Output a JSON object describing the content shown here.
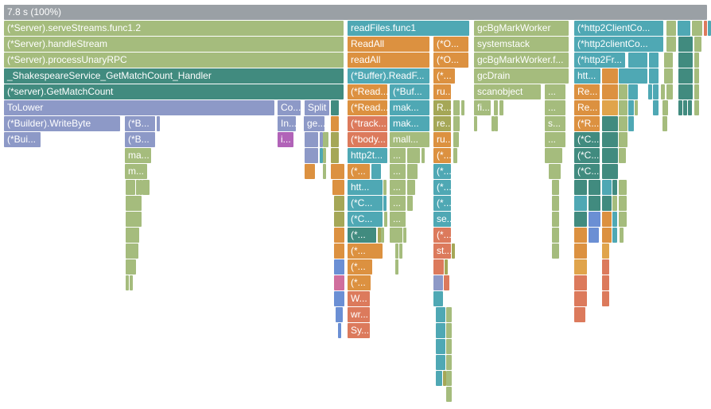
{
  "header": {
    "root_label": "7.8 s (100%)",
    "total_time": "7.8 s",
    "total_percent": "100%"
  },
  "chart_data": {
    "type": "flamegraph",
    "title": "7.8 s (100%)",
    "unit": "seconds",
    "legend_position": "none",
    "grid": false,
    "colors": {
      "gray": "#9aa0a5",
      "green": "#a5bc7d",
      "teal": "#4fa8b4",
      "dteal": "#418b7f",
      "orange": "#dc9140",
      "amber": "#e0a44b",
      "red": "#dc7a5c",
      "purple": "#8d99c7",
      "blue": "#6b8fd4",
      "pink": "#d06e9d",
      "magenta": "#b163b8",
      "olive": "#a5a757"
    },
    "rows": [
      [
        [
          5,
          884,
          "gray",
          "7.8 s (100%)"
        ]
      ],
      [
        [
          5,
          427,
          "green",
          "(*Server).serveStreams.func1.2"
        ],
        [
          437,
          153,
          "teal",
          "readFiles.func1"
        ],
        [
          596,
          119,
          "green",
          "gcBgMarkWorker"
        ],
        [
          722,
          112,
          "teal",
          "(*http2ClientCo..."
        ],
        [
          838,
          12,
          "green"
        ],
        [
          852,
          16,
          "teal"
        ],
        [
          870,
          13,
          "green"
        ],
        [
          885,
          4,
          "red"
        ],
        [
          890,
          3,
          "teal"
        ]
      ],
      [
        [
          5,
          427,
          "green",
          "(*Server).handleStream"
        ],
        [
          437,
          103,
          "orange",
          "ReadAll"
        ],
        [
          545,
          44,
          "orange",
          "(*O..."
        ],
        [
          596,
          119,
          "green",
          "systemstack"
        ],
        [
          722,
          112,
          "teal",
          "(*http2clientCo..."
        ],
        [
          838,
          12,
          "green"
        ],
        [
          853,
          18,
          "dteal"
        ],
        [
          873,
          9,
          "green"
        ]
      ],
      [
        [
          5,
          427,
          "green",
          "(*Server).processUnaryRPC"
        ],
        [
          437,
          103,
          "orange",
          "readAll"
        ],
        [
          545,
          44,
          "orange",
          "(*O..."
        ],
        [
          596,
          119,
          "green",
          "gcBgMarkWorker.f..."
        ],
        [
          722,
          64,
          "teal",
          "(*http2Fr..."
        ],
        [
          790,
          24,
          "teal"
        ],
        [
          816,
          12,
          "teal"
        ],
        [
          835,
          11,
          "green"
        ],
        [
          853,
          18,
          "dteal"
        ],
        [
          873,
          6,
          "green"
        ]
      ],
      [
        [
          5,
          427,
          "dteal",
          "_ShakespeareService_GetMatchCount_Handler"
        ],
        [
          437,
          103,
          "teal",
          "(*Buffer).ReadF..."
        ],
        [
          545,
          27,
          "orange",
          "(*..."
        ],
        [
          596,
          119,
          "green",
          "gcDrain"
        ],
        [
          722,
          33,
          "teal",
          "htt..."
        ],
        [
          757,
          20,
          "orange"
        ],
        [
          778,
          36,
          "teal"
        ],
        [
          816,
          12,
          "teal"
        ],
        [
          835,
          11,
          "green"
        ],
        [
          853,
          18,
          "dteal"
        ],
        [
          873,
          6,
          "green"
        ]
      ],
      [
        [
          5,
          427,
          "dteal",
          "(*server).GetMatchCount"
        ],
        [
          437,
          50,
          "orange",
          "(*Read..."
        ],
        [
          490,
          50,
          "teal",
          "(*Buf..."
        ],
        [
          545,
          22,
          "orange",
          "ru..."
        ],
        [
          596,
          84,
          "green",
          "scanobject"
        ],
        [
          685,
          26,
          "green",
          "..."
        ],
        [
          722,
          32,
          "orange",
          "Re..."
        ],
        [
          757,
          20,
          "orange"
        ],
        [
          778,
          11,
          "green"
        ],
        [
          790,
          12,
          "teal"
        ],
        [
          815,
          5,
          "teal"
        ],
        [
          821,
          7,
          "teal"
        ],
        [
          831,
          5,
          "green"
        ],
        [
          838,
          8,
          "green"
        ],
        [
          853,
          18,
          "dteal"
        ],
        [
          873,
          6,
          "green"
        ]
      ],
      [
        [
          5,
          340,
          "purple",
          "ToLower"
        ],
        [
          349,
          29,
          "purple",
          "Co..."
        ],
        [
          383,
          31,
          "purple",
          "Split"
        ],
        [
          416,
          10,
          "dteal"
        ],
        [
          437,
          50,
          "orange",
          "(*Read..."
        ],
        [
          490,
          50,
          "teal",
          "mak..."
        ],
        [
          545,
          22,
          "olive",
          "R..."
        ],
        [
          570,
          8,
          "green"
        ],
        [
          580,
          3,
          "green"
        ],
        [
          596,
          21,
          "green",
          "fi..."
        ],
        [
          621,
          5,
          "green"
        ],
        [
          628,
          5,
          "green"
        ],
        [
          685,
          26,
          "green",
          "..."
        ],
        [
          722,
          32,
          "orange",
          "Re..."
        ],
        [
          757,
          20,
          "amber"
        ],
        [
          778,
          11,
          "green"
        ],
        [
          790,
          7,
          "teal"
        ],
        [
          798,
          4,
          "green"
        ],
        [
          821,
          7,
          "teal"
        ],
        [
          833,
          7,
          "green"
        ],
        [
          853,
          5,
          "dteal"
        ],
        [
          859,
          5,
          "dteal"
        ],
        [
          865,
          5,
          "dteal"
        ],
        [
          873,
          6,
          "green"
        ]
      ],
      [
        [
          5,
          146,
          "purple",
          "(*Builder).WriteByte"
        ],
        [
          157,
          38,
          "purple",
          "(*B..."
        ],
        [
          197,
          3,
          "purple"
        ],
        [
          349,
          23,
          "purple",
          "In..."
        ],
        [
          382,
          26,
          "purple",
          "ge..."
        ],
        [
          416,
          10,
          "orange"
        ],
        [
          437,
          50,
          "red",
          "(*track..."
        ],
        [
          490,
          50,
          "teal",
          "mak..."
        ],
        [
          545,
          22,
          "olive",
          "re..."
        ],
        [
          570,
          8,
          "green"
        ],
        [
          596,
          4,
          "green"
        ],
        [
          618,
          3,
          "green"
        ],
        [
          622,
          3,
          "green"
        ],
        [
          685,
          26,
          "green",
          "s..."
        ],
        [
          722,
          32,
          "orange",
          "(*R..."
        ],
        [
          757,
          20,
          "dteal"
        ],
        [
          778,
          11,
          "green"
        ],
        [
          790,
          7,
          "teal"
        ],
        [
          833,
          6,
          "green"
        ]
      ],
      [
        [
          5,
          46,
          "purple",
          "(*Bui..."
        ],
        [
          157,
          38,
          "purple",
          "(*B..."
        ],
        [
          349,
          20,
          "magenta",
          "i..."
        ],
        [
          383,
          17,
          "purple"
        ],
        [
          402,
          3,
          "purple"
        ],
        [
          406,
          3,
          "green"
        ],
        [
          409,
          3,
          "green"
        ],
        [
          416,
          10,
          "olive"
        ],
        [
          437,
          50,
          "red",
          "(*body..."
        ],
        [
          490,
          50,
          "green",
          "mall..."
        ],
        [
          545,
          22,
          "orange",
          "ru..."
        ],
        [
          570,
          7,
          "green"
        ],
        [
          685,
          26,
          "green",
          "..."
        ],
        [
          722,
          32,
          "dteal",
          "(*C..."
        ],
        [
          757,
          20,
          "dteal"
        ],
        [
          778,
          11,
          "green"
        ]
      ],
      [
        [
          157,
          33,
          "green",
          "ma..."
        ],
        [
          383,
          17,
          "purple"
        ],
        [
          402,
          3,
          "teal"
        ],
        [
          406,
          3,
          "green"
        ],
        [
          416,
          10,
          "olive"
        ],
        [
          437,
          50,
          "teal",
          "http2t..."
        ],
        [
          490,
          20,
          "green",
          "..."
        ],
        [
          512,
          16,
          "green"
        ],
        [
          530,
          3,
          "green"
        ],
        [
          545,
          22,
          "orange",
          "(*..."
        ],
        [
          570,
          5,
          "green"
        ],
        [
          685,
          22,
          "green"
        ],
        [
          722,
          32,
          "dteal",
          "(*C..."
        ],
        [
          757,
          20,
          "dteal"
        ],
        [
          778,
          9,
          "green"
        ]
      ],
      [
        [
          157,
          28,
          "green",
          "m..."
        ],
        [
          383,
          13,
          "orange"
        ],
        [
          406,
          3,
          "green"
        ],
        [
          416,
          17,
          "orange"
        ],
        [
          437,
          28,
          "orange",
          "(*..."
        ],
        [
          467,
          12,
          "teal"
        ],
        [
          490,
          20,
          "green",
          "..."
        ],
        [
          512,
          13,
          "green"
        ],
        [
          545,
          22,
          "teal",
          "(*..."
        ],
        [
          690,
          15,
          "green"
        ],
        [
          722,
          32,
          "dteal",
          "(*C..."
        ],
        [
          757,
          20,
          "dteal"
        ]
      ],
      [
        [
          158,
          12,
          "green"
        ],
        [
          171,
          3,
          "green"
        ],
        [
          175,
          3,
          "green"
        ],
        [
          179,
          9,
          "green"
        ],
        [
          418,
          15,
          "orange"
        ],
        [
          437,
          44,
          "teal",
          "htt..."
        ],
        [
          482,
          3,
          "green"
        ],
        [
          490,
          20,
          "green",
          "..."
        ],
        [
          512,
          10,
          "green"
        ],
        [
          545,
          22,
          "teal",
          "(*..."
        ],
        [
          694,
          9,
          "green"
        ],
        [
          722,
          16,
          "dteal"
        ],
        [
          740,
          15,
          "dteal"
        ],
        [
          757,
          12,
          "teal"
        ],
        [
          770,
          6,
          "dteal"
        ],
        [
          778,
          10,
          "green"
        ]
      ],
      [
        [
          158,
          20,
          "green"
        ],
        [
          420,
          13,
          "olive"
        ],
        [
          437,
          44,
          "teal",
          "(*C..."
        ],
        [
          482,
          2,
          "teal"
        ],
        [
          490,
          20,
          "green",
          "..."
        ],
        [
          512,
          7,
          "green"
        ],
        [
          545,
          22,
          "teal",
          "(*..."
        ],
        [
          694,
          9,
          "green"
        ],
        [
          722,
          16,
          "teal"
        ],
        [
          740,
          15,
          "dteal"
        ],
        [
          757,
          12,
          "dteal"
        ],
        [
          770,
          6,
          "green"
        ],
        [
          778,
          10,
          "green"
        ]
      ],
      [
        [
          158,
          20,
          "green"
        ],
        [
          420,
          13,
          "olive"
        ],
        [
          437,
          44,
          "teal",
          "(*C..."
        ],
        [
          483,
          2,
          "green"
        ],
        [
          490,
          20,
          "green",
          "..."
        ],
        [
          545,
          22,
          "teal",
          "se..."
        ],
        [
          694,
          9,
          "green"
        ],
        [
          722,
          16,
          "dteal"
        ],
        [
          740,
          15,
          "blue"
        ],
        [
          757,
          12,
          "orange"
        ],
        [
          770,
          6,
          "teal"
        ],
        [
          778,
          10,
          "green"
        ]
      ],
      [
        [
          158,
          17,
          "green"
        ],
        [
          420,
          13,
          "orange"
        ],
        [
          437,
          36,
          "dteal",
          "(*..."
        ],
        [
          475,
          2,
          "olive"
        ],
        [
          479,
          2,
          "green"
        ],
        [
          490,
          16,
          "green"
        ],
        [
          507,
          3,
          "green"
        ],
        [
          545,
          22,
          "red",
          "(*..."
        ],
        [
          694,
          9,
          "green"
        ],
        [
          722,
          16,
          "orange"
        ],
        [
          740,
          13,
          "blue"
        ],
        [
          757,
          12,
          "orange"
        ],
        [
          770,
          6,
          "teal"
        ],
        [
          779,
          5,
          "green"
        ]
      ],
      [
        [
          158,
          16,
          "green"
        ],
        [
          420,
          13,
          "orange"
        ],
        [
          437,
          44,
          "orange",
          "(*..."
        ],
        [
          497,
          3,
          "green"
        ],
        [
          502,
          3,
          "green"
        ],
        [
          545,
          22,
          "red",
          "st..."
        ],
        [
          568,
          3,
          "olive"
        ],
        [
          694,
          9,
          "green"
        ],
        [
          722,
          16,
          "orange"
        ],
        [
          757,
          9,
          "amber"
        ]
      ],
      [
        [
          158,
          13,
          "green"
        ],
        [
          420,
          13,
          "blue"
        ],
        [
          437,
          31,
          "orange",
          "(*..."
        ],
        [
          497,
          3,
          "green"
        ],
        [
          545,
          13,
          "red"
        ],
        [
          559,
          4,
          "olive"
        ],
        [
          722,
          16,
          "amber"
        ],
        [
          757,
          9,
          "red"
        ]
      ],
      [
        [
          158,
          3,
          "green"
        ],
        [
          163,
          2,
          "green"
        ],
        [
          420,
          13,
          "pink"
        ],
        [
          437,
          29,
          "orange",
          "(*..."
        ],
        [
          545,
          12,
          "purple"
        ],
        [
          558,
          7,
          "red"
        ],
        [
          722,
          16,
          "red"
        ],
        [
          757,
          9,
          "red"
        ]
      ],
      [
        [
          420,
          13,
          "blue"
        ],
        [
          437,
          28,
          "red",
          "W..."
        ],
        [
          545,
          12,
          "teal"
        ],
        [
          722,
          16,
          "red"
        ],
        [
          757,
          9,
          "red"
        ]
      ],
      [
        [
          422,
          9,
          "blue"
        ],
        [
          437,
          28,
          "red",
          "wr..."
        ],
        [
          548,
          12,
          "teal"
        ],
        [
          561,
          7,
          "green"
        ],
        [
          722,
          14,
          "red"
        ]
      ],
      [
        [
          425,
          2,
          "blue"
        ],
        [
          437,
          28,
          "red",
          "Sy..."
        ],
        [
          548,
          12,
          "teal"
        ],
        [
          561,
          7,
          "green"
        ]
      ],
      [
        [
          548,
          12,
          "teal"
        ],
        [
          561,
          7,
          "green"
        ]
      ],
      [
        [
          548,
          12,
          "teal"
        ],
        [
          561,
          7,
          "green"
        ]
      ],
      [
        [
          548,
          8,
          "teal"
        ],
        [
          557,
          2,
          "olive"
        ],
        [
          561,
          7,
          "green"
        ]
      ],
      [
        [
          561,
          7,
          "green"
        ]
      ]
    ]
  }
}
